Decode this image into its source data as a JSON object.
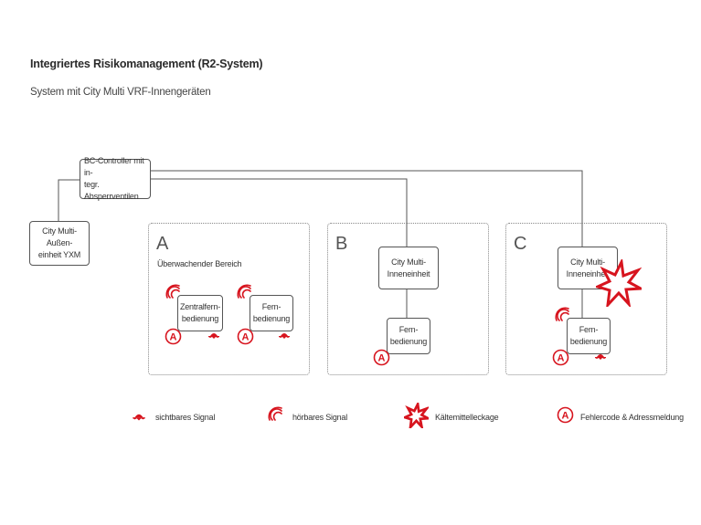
{
  "header": {
    "title": "Integriertes Risikomanagement (R2-System)",
    "subtitle": "System mit City Multi VRF-Innengeräten"
  },
  "nodes": {
    "bc_controller": "BC-Controller mit in-\ntegr. Absperrventilen",
    "outdoor_unit": "City Multi-Außen-\neinheit YXM"
  },
  "zones": {
    "a": {
      "letter": "A",
      "label": "Überwachender Bereich",
      "central_remote": "Zentralfern-\nbedienung",
      "remote": "Fern-\nbedienung"
    },
    "b": {
      "letter": "B",
      "indoor_unit": "City Multi-\nInneneinheit",
      "remote": "Fern-\nbedienung"
    },
    "c": {
      "letter": "C",
      "indoor_unit": "City Multi-\nInneneinheit",
      "remote": "Fern-\nbedienung"
    }
  },
  "legend": {
    "visible_signal": "sichtbares Signal",
    "audible_signal": "hörbares Signal",
    "refrigerant_leak": "Kältemittelleckage",
    "error_code": "Fehlercode & Adressmeldung"
  },
  "alarm_letter": "A",
  "colors": {
    "accent": "#d7141e",
    "line": "#555555"
  },
  "icons": {
    "visible_signal": "siren-icon",
    "audible_signal": "sound-waves-icon",
    "refrigerant_leak": "leak-burst-icon",
    "error_code": "alarm-circle-icon"
  }
}
